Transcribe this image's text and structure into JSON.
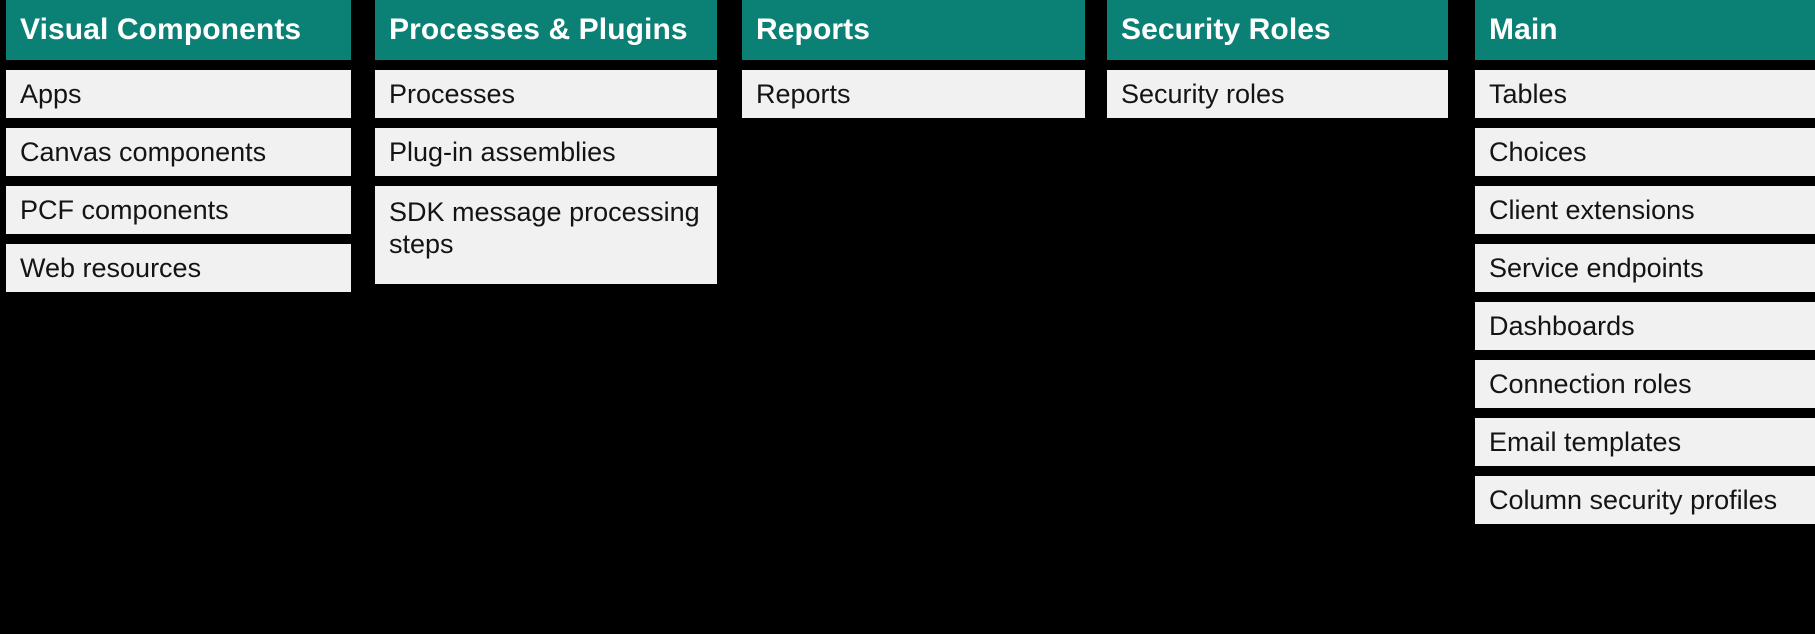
{
  "theme": {
    "background": "#000000",
    "header_background": "#0A8174",
    "header_text": "#FFFFFF",
    "card_background": "#F1F1F1",
    "card_text": "#141414"
  },
  "columns": [
    {
      "id": "visual-components",
      "title": "Visual Components",
      "items": [
        {
          "label": "Apps"
        },
        {
          "label": "Canvas components"
        },
        {
          "label": "PCF components"
        },
        {
          "label": "Web resources"
        }
      ]
    },
    {
      "id": "processes-and-plugins",
      "title": "Processes & Plugins",
      "items": [
        {
          "label": "Processes"
        },
        {
          "label": "Plug-in assemblies"
        },
        {
          "label": "SDK message processing steps"
        }
      ]
    },
    {
      "id": "reports",
      "title": "Reports",
      "items": [
        {
          "label": "Reports"
        }
      ]
    },
    {
      "id": "security-roles",
      "title": "Security Roles",
      "items": [
        {
          "label": "Security roles"
        }
      ]
    },
    {
      "id": "main",
      "title": "Main",
      "items": [
        {
          "label": "Tables"
        },
        {
          "label": "Choices"
        },
        {
          "label": "Client extensions"
        },
        {
          "label": "Service endpoints"
        },
        {
          "label": "Dashboards"
        },
        {
          "label": "Connection roles"
        },
        {
          "label": "Email templates"
        },
        {
          "label": "Column security profiles"
        }
      ]
    }
  ]
}
